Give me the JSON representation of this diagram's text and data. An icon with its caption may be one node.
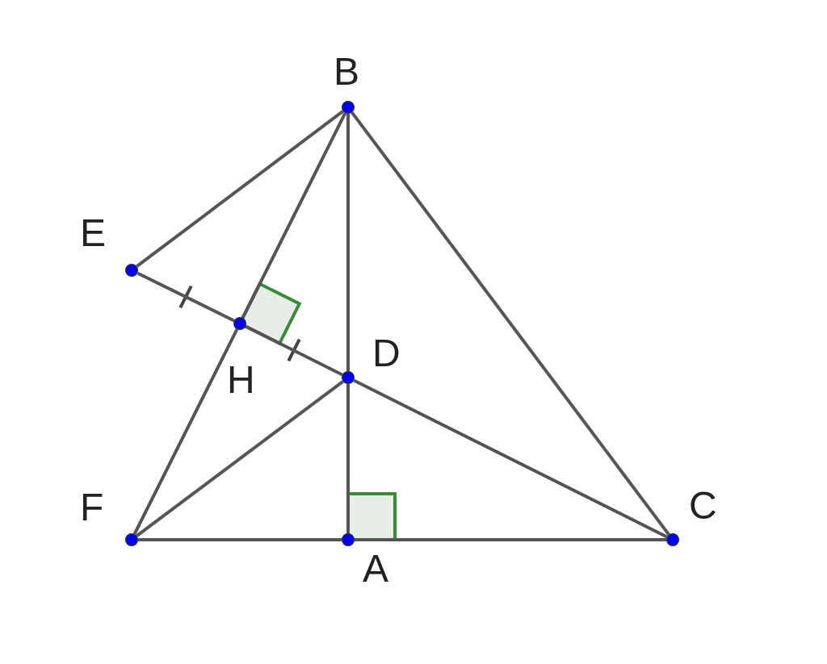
{
  "diagram": {
    "nodes": [
      {
        "text": [
          "B"
        ]
      },
      {
        "text": [
          "E"
        ]
      },
      {
        "text": [
          "H"
        ]
      },
      {
        "text": [
          "D"
        ]
      },
      {
        "text": [
          "F"
        ]
      },
      {
        "text": [
          "A"
        ]
      },
      {
        "text": [
          "C"
        ]
      }
    ],
    "edges": [
      {
        "from": 1,
        "to": 0,
        "arrow": "none"
      },
      {
        "from": 0,
        "to": 2,
        "arrow": "none"
      },
      {
        "from": 2,
        "to": 4,
        "arrow": "none"
      },
      {
        "from": 1,
        "to": 2,
        "arrow": "none"
      },
      {
        "from": 2,
        "to": 3,
        "arrow": "none"
      },
      {
        "from": 3,
        "to": 6,
        "arrow": "none"
      },
      {
        "from": 0,
        "to": 3,
        "arrow": "none"
      },
      {
        "from": 3,
        "to": 5,
        "arrow": "none"
      },
      {
        "from": 0,
        "to": 6,
        "arrow": "none"
      },
      {
        "from": 4,
        "to": 5,
        "arrow": "none"
      },
      {
        "from": 5,
        "to": 6,
        "arrow": "none"
      },
      {
        "from": 4,
        "to": 3,
        "arrow": "none"
      }
    ]
  }
}
